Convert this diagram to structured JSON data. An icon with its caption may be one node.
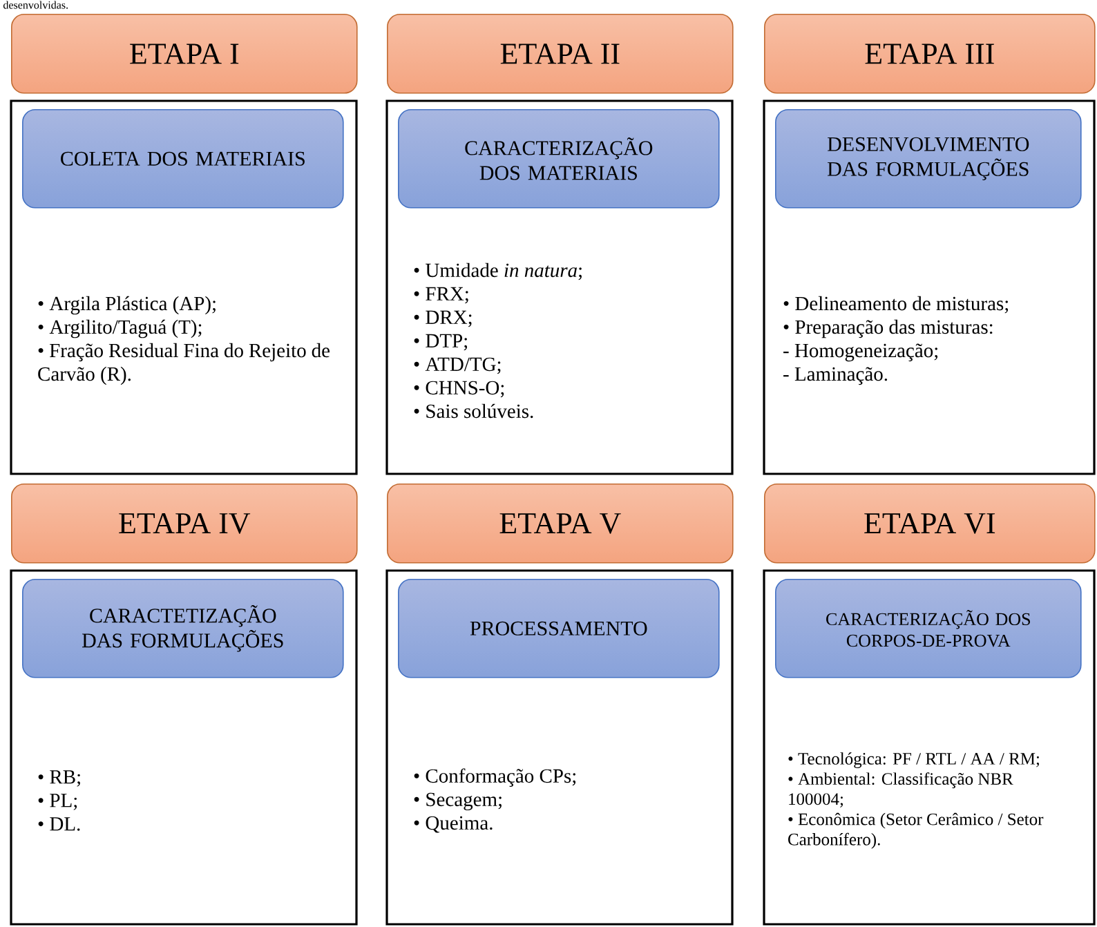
{
  "diagram": {
    "nodes": [
      {
        "text": [
          "ETAPA I"
        ]
      },
      {
        "text": [
          "• Argila Plástica (AP);",
          "• Argilito/Taguá (T);",
          "• Fração Residual Fina do Rejeito de Carvão (R)."
        ]
      },
      {
        "text": [
          "COLETA DOS MATERIAIS"
        ],
        "in": 1
      },
      {
        "text": [
          "ETAPA II"
        ]
      },
      {
        "text": [
          "• Umidade *in natura*;",
          "• FRX;",
          "• DRX;",
          "• DTP;",
          "• ATD/TG;",
          "• CHNS-O;",
          "• Sais solúveis."
        ]
      },
      {
        "text": [
          "CARACTERIZAÇÃO DOS MATERIAIS"
        ],
        "in": 4
      },
      {
        "text": [
          "ETAPA III"
        ]
      },
      {
        "text": [
          "• Delineamento de misturas;",
          "• Preparação das misturas:",
          "- Homogeneização;",
          "- Laminação."
        ]
      },
      {
        "text": [
          "DESENVOLVIMENTO DAS FORMULAÇÕES"
        ],
        "in": 7
      },
      {
        "text": [
          "ETAPA IV"
        ]
      },
      {
        "text": [
          "• RB;",
          "• PL;",
          "• DL."
        ]
      },
      {
        "text": [
          "CARACTETIZAÇÃO DAS FORMULAÇÕES"
        ],
        "in": 10
      },
      {
        "text": [
          "ETAPA V"
        ]
      },
      {
        "text": [
          "• Conformação CPs;",
          "• Secagem;",
          "• Queima."
        ]
      },
      {
        "text": [
          "PROCESSAMENTO"
        ],
        "in": 13
      },
      {
        "text": [
          "ETAPA VI"
        ]
      },
      {
        "text": [
          "• Tecnológica: PF / RTL / AA / RM;",
          "• Ambiental: Classificação NBR 100004;",
          "• Econômica (Setor Cerâmico / Setor Carbonífero)."
        ]
      },
      {
        "text": [
          "CARACTERIZAÇÃO DOS CORPOS-DE-PROVA"
        ],
        "in": 16
      }
    ],
    "labels": [
      "desenvolvidas."
    ]
  }
}
